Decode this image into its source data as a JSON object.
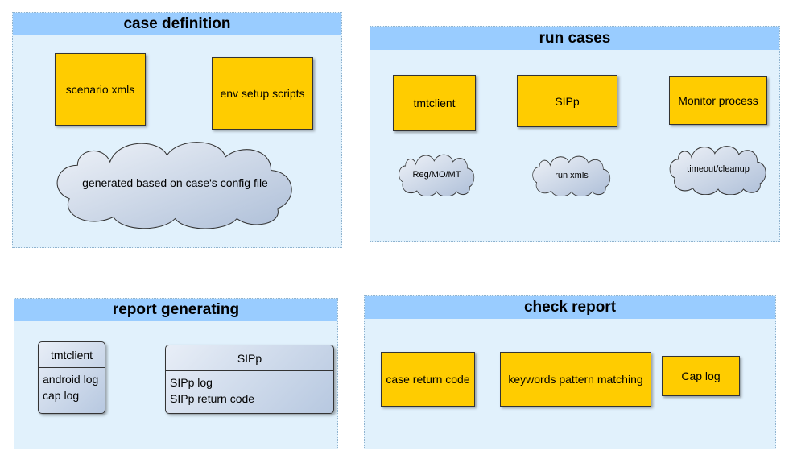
{
  "panels": {
    "case_definition": {
      "title": "case definition",
      "boxes": [
        "scenario xmls",
        "env setup scripts"
      ],
      "cloud": "generated based on case's config file"
    },
    "run_cases": {
      "title": "run cases",
      "boxes": [
        "tmtclient",
        "SIPp",
        "Monitor process"
      ],
      "clouds": [
        "Reg/MO/MT",
        "run xmls",
        "timeout/cleanup"
      ]
    },
    "report_generating": {
      "title": "report generating",
      "tmtclient": {
        "title": "tmtclient",
        "lines": [
          "android log",
          "cap log"
        ]
      },
      "sipp": {
        "title": "SIPp",
        "lines": [
          "SIPp log",
          "SIPp return code"
        ]
      }
    },
    "check_report": {
      "title": "check report",
      "boxes": [
        "case return code",
        "keywords pattern matching",
        "Cap log"
      ]
    }
  },
  "colors": {
    "panel_bg": "#e1f1fc",
    "panel_header": "#99ccff",
    "box_fill": "#ffcc00",
    "cloud_fill_light": "#e8eef7",
    "cloud_fill_dark": "#b0c4de"
  }
}
